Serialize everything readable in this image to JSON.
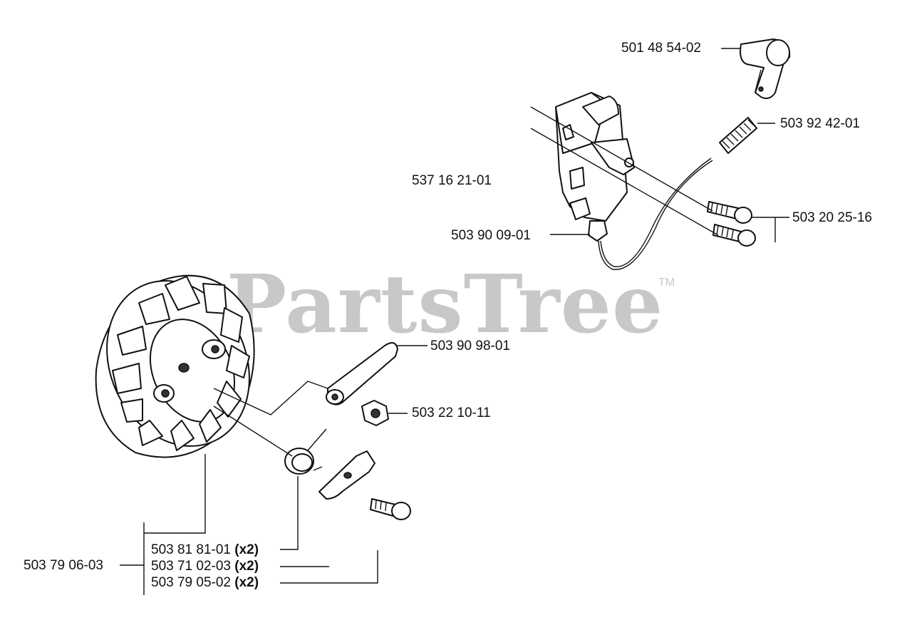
{
  "watermark": {
    "text": "PartsTree",
    "trademark": "TM"
  },
  "parts": {
    "p_501_48_54_02": {
      "number": "501 48 54-02",
      "qty": ""
    },
    "p_503_92_42_01": {
      "number": "503 92 42-01",
      "qty": ""
    },
    "p_537_16_21_01": {
      "number": "537 16 21-01",
      "qty": ""
    },
    "p_503_20_25_16": {
      "number": "503 20 25-16",
      "qty": ""
    },
    "p_503_90_09_01": {
      "number": "503 90 09-01",
      "qty": ""
    },
    "p_503_90_98_01": {
      "number": "503 90 98-01",
      "qty": ""
    },
    "p_503_22_10_11": {
      "number": "503 22 10-11",
      "qty": ""
    },
    "p_503_79_06_03": {
      "number": "503 79 06-03",
      "qty": ""
    },
    "p_503_81_81_01": {
      "number": "503 81 81-01",
      "qty": "(x2)"
    },
    "p_503_71_02_03": {
      "number": "503 71 02-03",
      "qty": "(x2)"
    },
    "p_503_79_05_02": {
      "number": "503 79 05-02",
      "qty": "(x2)"
    }
  }
}
